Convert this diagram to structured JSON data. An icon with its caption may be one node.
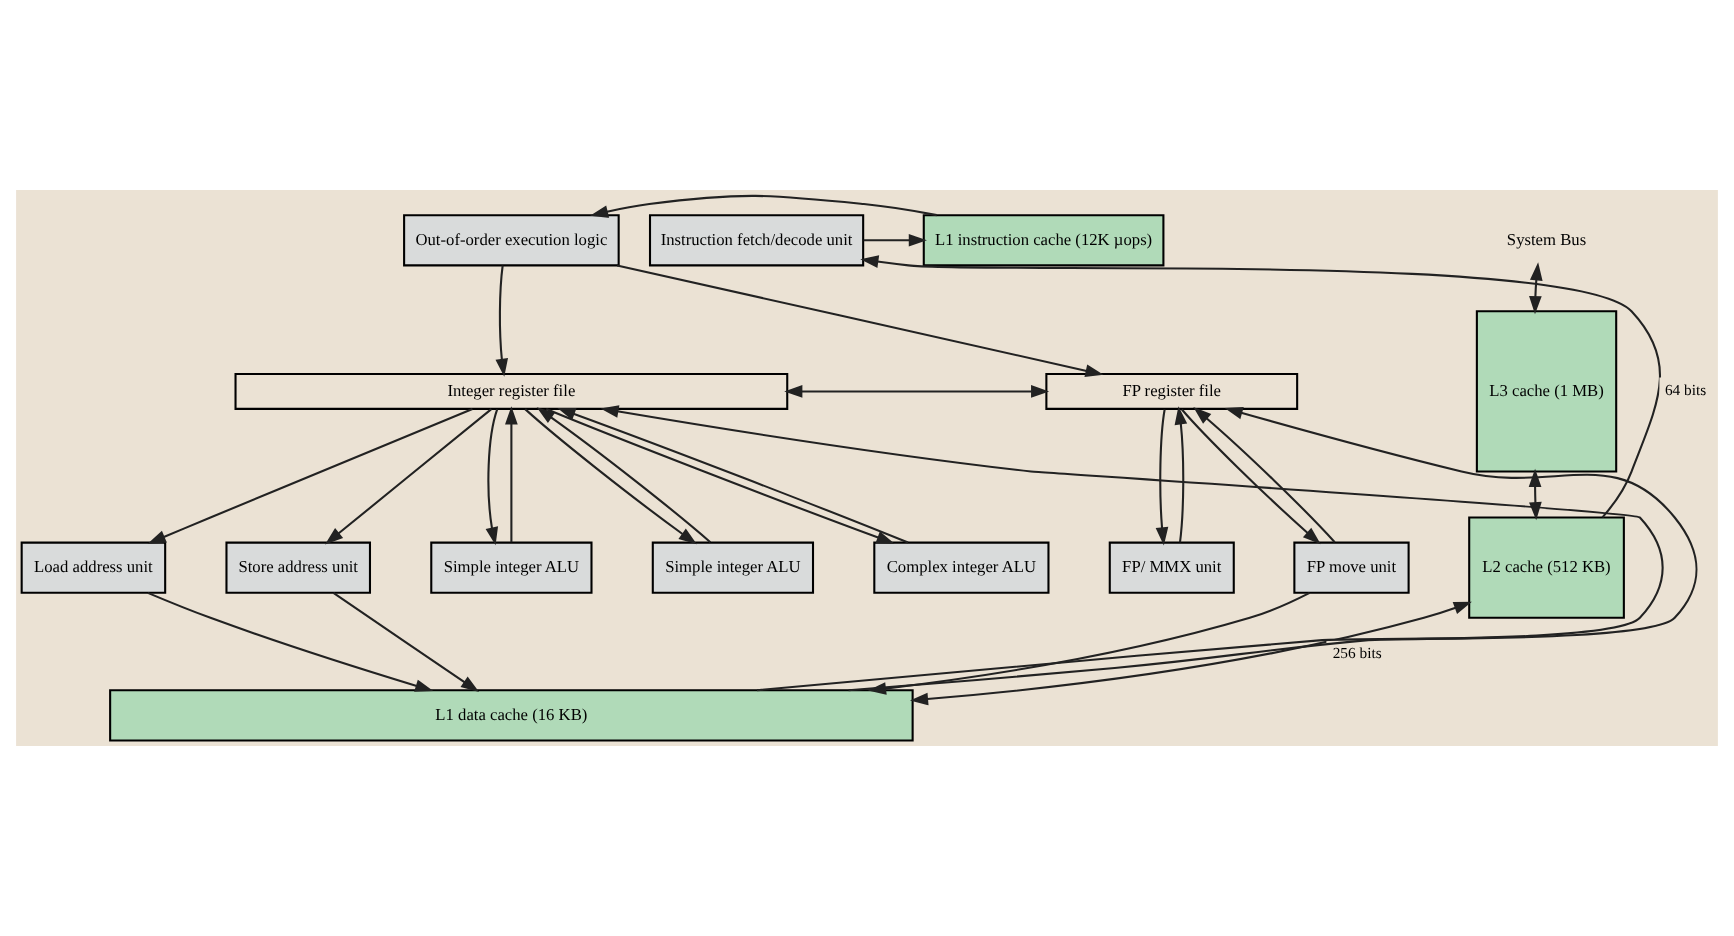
{
  "diagram": {
    "nodes": [
      {
        "text": [
          "Out-of-order execution logic"
        ]
      },
      {
        "text": [
          "L1 instruction cache (12K µops)"
        ]
      },
      {
        "text": [
          "Instruction fetch/decode unit"
        ]
      },
      {
        "text": [
          "System Bus"
        ]
      },
      {
        "text": [
          "L3 cache (1 MB)"
        ]
      },
      {
        "text": [
          "Integer register file"
        ]
      },
      {
        "text": [
          "FP register file"
        ]
      },
      {
        "text": [
          "Load address unit"
        ]
      },
      {
        "text": [
          "Store address unit"
        ]
      },
      {
        "text": [
          "Simple integer ALU"
        ]
      },
      {
        "text": [
          "Simple integer ALU"
        ]
      },
      {
        "text": [
          "Complex integer ALU"
        ]
      },
      {
        "text": [
          "FP/ MMX unit"
        ]
      },
      {
        "text": [
          "FP move unit"
        ]
      },
      {
        "text": [
          "L2 cache (512 KB)"
        ]
      },
      {
        "text": [
          "L1 data cache (16 KB)"
        ]
      }
    ],
    "edges": [
      {
        "from": 2,
        "to": 1,
        "arrow": "to"
      },
      {
        "from": 1,
        "to": 0,
        "arrow": "to"
      },
      {
        "from": 14,
        "to": 2,
        "arrow": "to",
        "label": "64 bits"
      },
      {
        "from": 3,
        "to": 4,
        "arrow": "both"
      },
      {
        "from": 4,
        "to": 14,
        "arrow": "both"
      },
      {
        "from": 0,
        "to": 5,
        "arrow": "to"
      },
      {
        "from": 0,
        "to": 6,
        "arrow": "to"
      },
      {
        "from": 5,
        "to": 6,
        "arrow": "both"
      },
      {
        "from": 15,
        "to": 5,
        "arrow": "to"
      },
      {
        "from": 15,
        "to": 6,
        "arrow": "to"
      },
      {
        "from": 5,
        "to": 7,
        "arrow": "to"
      },
      {
        "from": 5,
        "to": 8,
        "arrow": "to"
      },
      {
        "from": 5,
        "to": 9,
        "arrow": "to"
      },
      {
        "from": 9,
        "to": 5,
        "arrow": "to"
      },
      {
        "from": 5,
        "to": 10,
        "arrow": "to"
      },
      {
        "from": 10,
        "to": 5,
        "arrow": "to"
      },
      {
        "from": 5,
        "to": 11,
        "arrow": "to"
      },
      {
        "from": 11,
        "to": 5,
        "arrow": "to"
      },
      {
        "from": 6,
        "to": 12,
        "arrow": "to"
      },
      {
        "from": 12,
        "to": 6,
        "arrow": "to"
      },
      {
        "from": 6,
        "to": 13,
        "arrow": "to"
      },
      {
        "from": 13,
        "to": 6,
        "arrow": "to"
      },
      {
        "from": 7,
        "to": 15,
        "arrow": "to"
      },
      {
        "from": 8,
        "to": 15,
        "arrow": "to"
      },
      {
        "from": 13,
        "to": 15,
        "arrow": "to"
      },
      {
        "from": 14,
        "to": 15,
        "arrow": "both",
        "label": "256 bits"
      }
    ]
  }
}
